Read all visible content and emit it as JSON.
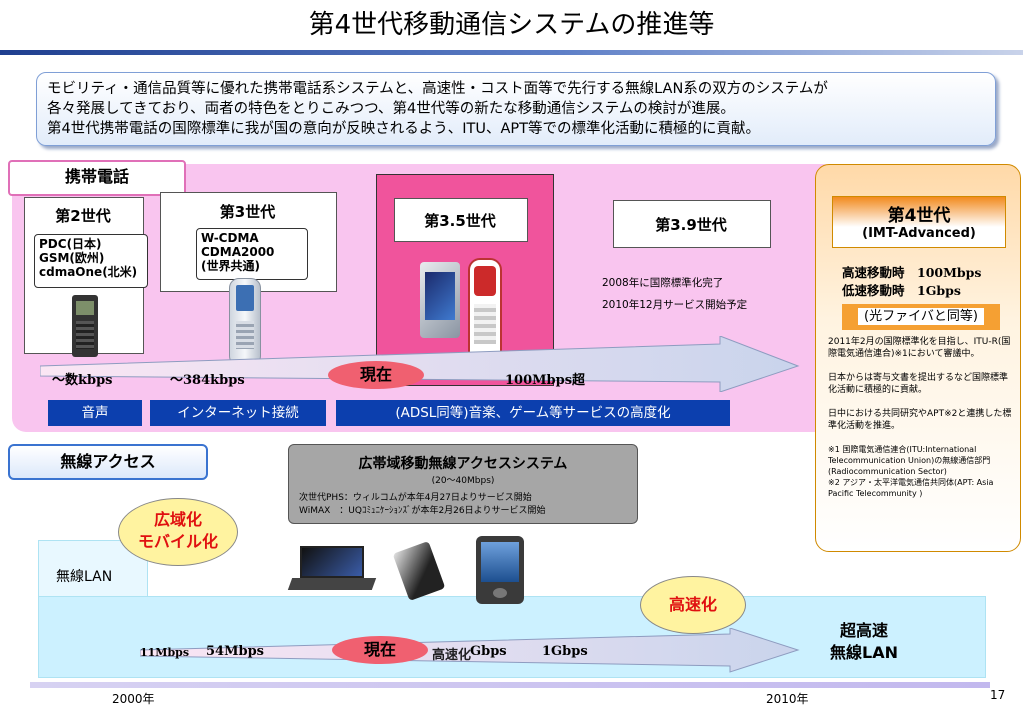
{
  "title": "第4世代移動通信システムの推進等",
  "intro": {
    "line1": "モビリティ・通信品質等に優れた携帯電話系システムと、高速性・コスト面等で先行する無線LAN系の双方のシステムが",
    "line2": "各々発展してきており、両者の特色をとりこみつつ、第4世代等の新たな移動通信システムの検討が進展。",
    "line3": "第4世代携帯電話の国際標準に我が国の意向が反映されるよう、ITU、APT等での標準化活動に積極的に貢献。"
  },
  "mobile": {
    "label": "携帯電話",
    "gen2": {
      "title": "第2世代",
      "systems": [
        "PDC(日本)",
        "GSM(欧州)",
        "cdmaOne(北米)"
      ]
    },
    "gen3": {
      "title": "第3世代",
      "systems": [
        "W-CDMA",
        "CDMA2000",
        "(世界共通)"
      ]
    },
    "gen35": {
      "title": "第3.5世代"
    },
    "gen39": {
      "title": "第3.9世代",
      "note1": "2008年に国際標準化完了",
      "note2": "2010年12月サービス開始予定"
    },
    "speeds": {
      "s1": "〜数kbps",
      "s2": "〜384kbps",
      "s3": "100Mbps超"
    },
    "now": "現在",
    "services": [
      "音声",
      "インターネット接続",
      "(ADSL同等)音楽、ゲーム等サービスの高度化"
    ]
  },
  "gen4": {
    "title": "第4世代",
    "subtitle": "(IMT-Advanced)",
    "speed_high": "高速移動時　100Mbps",
    "speed_low": "低速移動時　1Gbps",
    "fiber": "(光ファイバと同等)",
    "notes": [
      "2011年2月の国際標準化を目指し、ITU-R(国際電気通信連合)※1において審議中。",
      "日本からは寄与文書を提出するなど国際標準化活動に積極的に貢献。",
      "日中における共同研究やAPT※2と連携した標準化活動を推進。"
    ],
    "footnotes": [
      "※1 国際電気通信連合(ITU:International Telecommunication Union)の無線通信部門(Radiocommunication Sector)",
      "※2 アジア・太平洋電気通信共同体(APT: Asia Pacific Telecommunity )"
    ]
  },
  "wireless": {
    "label": "無線アクセス",
    "bwa_title": "広帯域移動無線アクセスシステム",
    "bwa_speed": "(20〜40Mbps)",
    "bwa_phs": "次世代PHS：ウィルコムが本年4月27日よりサービス開始",
    "bwa_wimax": "WiMAX　：UQｺﾐｭﾆｹｰｼｮﾝｽﾞが本年2月26日よりサービス開始",
    "wide1": "広域化",
    "wide2": "モバイル化",
    "lan_label": "無線LAN",
    "fast": "高速化",
    "super1": "超高速",
    "super2": "無線LAN",
    "speeds": {
      "s1": "11Mbps",
      "s2": "54Mbps",
      "s3": "1Gbps",
      "ghost1": "高速化",
      "ghost2": "Gbps"
    },
    "now": "現在"
  },
  "timeline": {
    "y2000": "2000年",
    "y2010": "2010年"
  },
  "page_number": "17",
  "colors": {
    "accent_blue": "#0c3fae",
    "pink_zone": "#f9c5ef",
    "orange": "#f5a033",
    "ellipse": "#fff3a0"
  }
}
